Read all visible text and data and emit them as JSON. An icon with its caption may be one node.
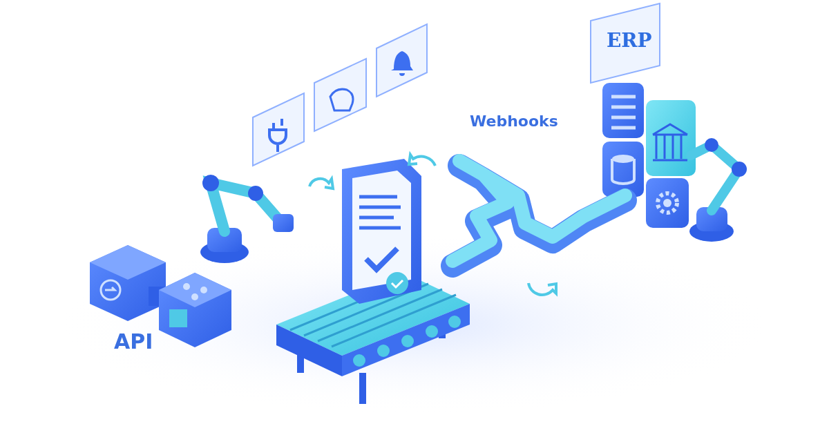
{
  "diagram": {
    "labels": [
      "ERP",
      "Webhooks",
      "API"
    ]
  }
}
